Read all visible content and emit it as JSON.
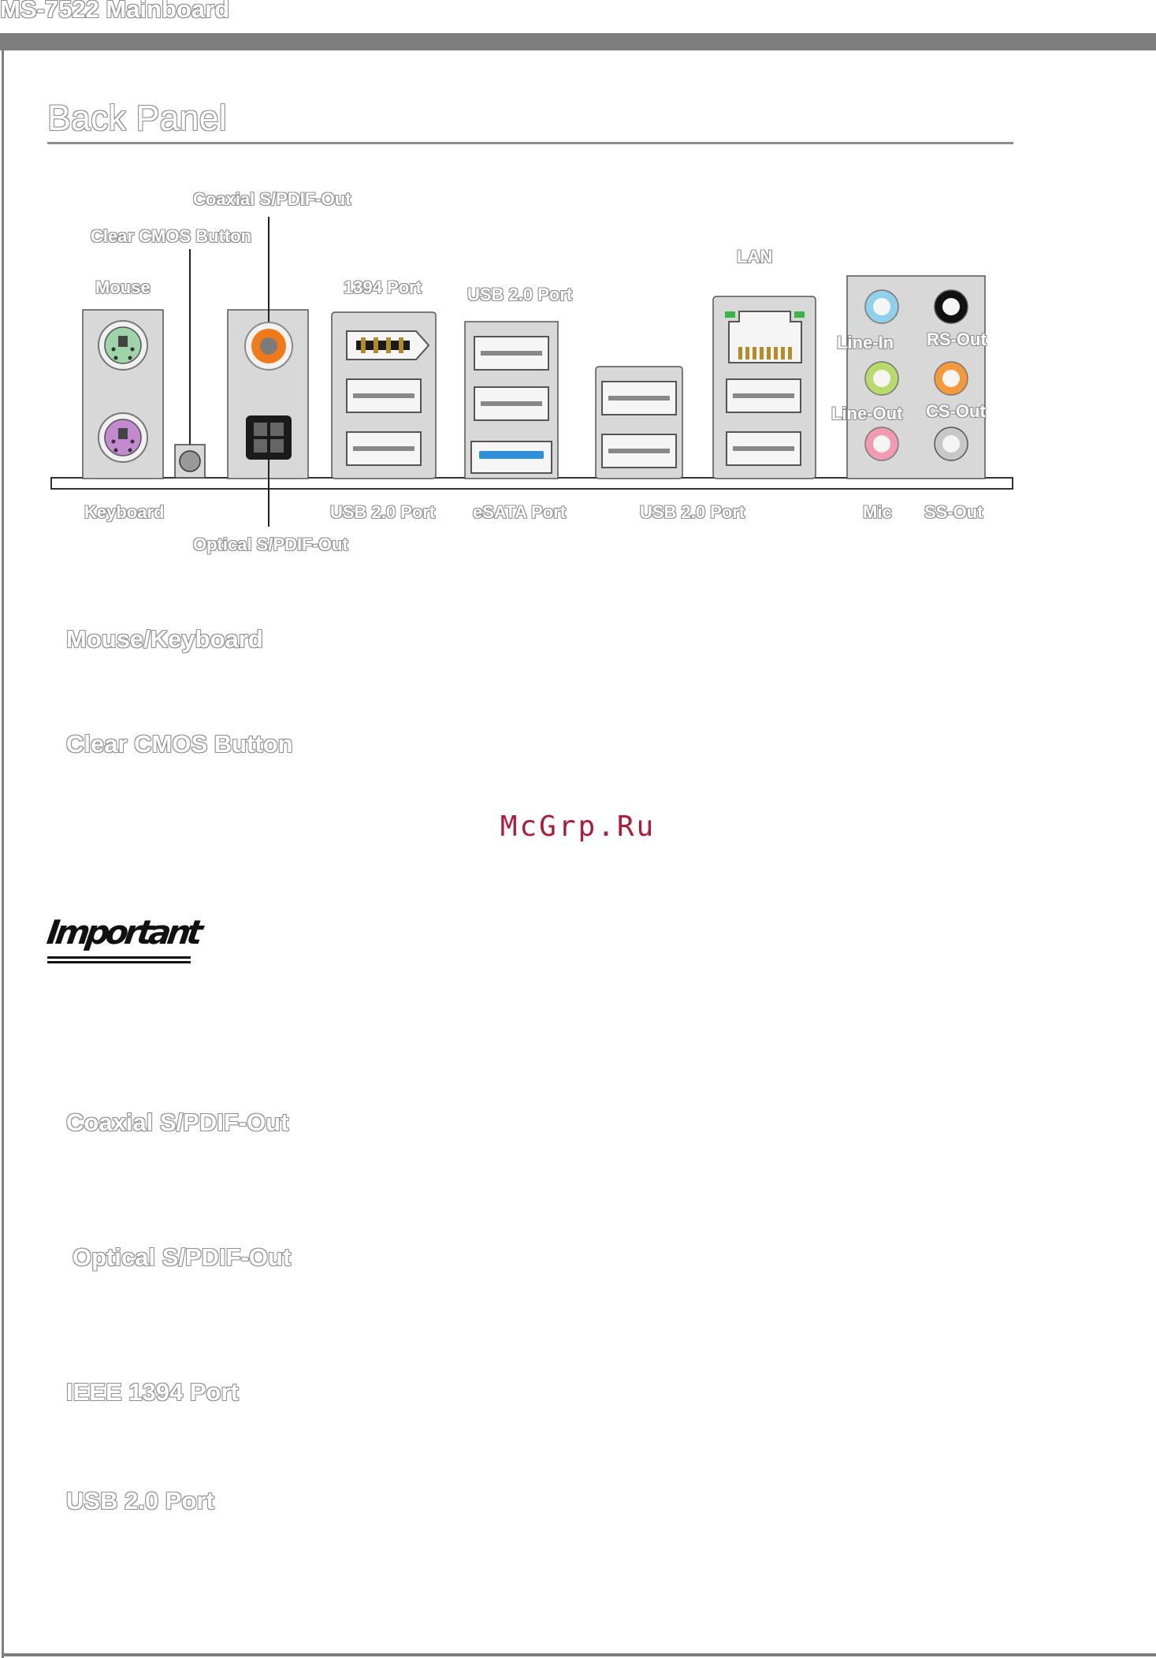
{
  "header": {
    "model_title": "MS-7522 Mainboard"
  },
  "page": {
    "title": "Back Panel"
  },
  "diagram": {
    "labels": {
      "coaxial": "Coaxial S/PDIF-Out",
      "clear_cmos": "Clear CMOS Button",
      "mouse": "Mouse",
      "port_1394": "1394 Port",
      "usb_top": "USB 2.0 Port",
      "lan": "LAN",
      "line_in": "Line-In",
      "rs_out": "RS-Out",
      "line_out": "Line-Out",
      "cs_out": "CS-Out",
      "keyboard": "Keyboard",
      "usb_bottom_1": "USB 2.0 Port",
      "esata": "eSATA Port",
      "usb_bottom_2": "USB 2.0 Port",
      "mic": "Mic",
      "ss_out": "SS-Out",
      "optical": "Optical S/PDIF-Out"
    },
    "colors": {
      "mouse_port": "#9fd3a8",
      "keyboard_port": "#c48ad0",
      "coaxial": "#f07a1a",
      "usb3_blue": "#2f8fd8",
      "line_in": "#8fd0ea",
      "rs_out": "#111111",
      "line_out": "#b8dc6a",
      "cs_out": "#f59a3a",
      "mic": "#f29ab0",
      "ss_out": "#c8c8c8",
      "lan_led": "#3bb54a"
    }
  },
  "sections": {
    "mouse_keyboard": "Mouse/Keyboard",
    "clear_cmos": "Clear CMOS Button",
    "important": "Important",
    "coaxial": "Coaxial S/PDIF-Out",
    "optical": "Optical S/PDIF-Out",
    "ieee1394": "IEEE 1394 Port",
    "usb": "USB 2.0 Port"
  },
  "watermark": "McGrp.Ru"
}
